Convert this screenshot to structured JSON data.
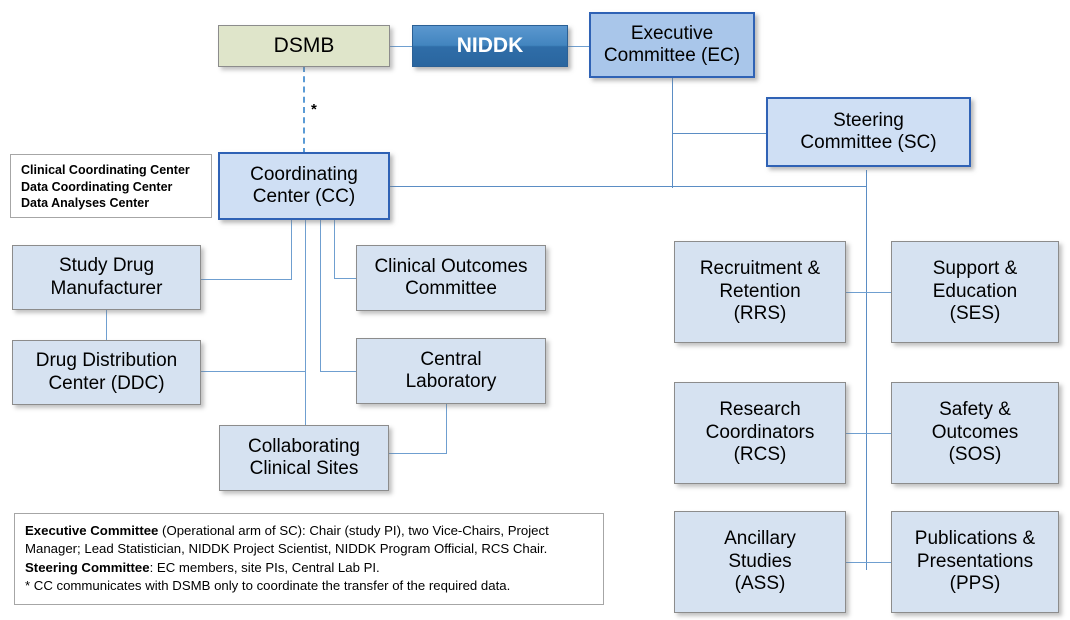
{
  "diagram": {
    "title": "Clinical trial organizational structure",
    "colors": {
      "line": "#6f9fd0",
      "dashed_line": "#5b9bd5",
      "plain_fill": "#d6e2f1",
      "plain_border": "#8c8c8c",
      "highlight_fill": "#cfdff4",
      "highlight_border": "#2f62b5",
      "ec_fill": "#a9c6ea",
      "dsmb_fill": "#dfe5ca",
      "niddk_fill": "#2f6da8",
      "niddk_text": "#ffffff",
      "note_background": "#ffffff",
      "note_border": "#a6a6a6"
    },
    "nodes": {
      "dsmb": {
        "label": "DSMB"
      },
      "niddk": {
        "label": "NIDDK"
      },
      "executive_committee": {
        "line1": "Executive",
        "line2": "Committee (EC)"
      },
      "steering_committee": {
        "line1": "Steering",
        "line2": "Committee (SC)"
      },
      "coordinating_center": {
        "line1": "Coordinating",
        "line2": "Center (CC)"
      },
      "study_drug_manufacturer": {
        "line1": "Study Drug",
        "line2": "Manufacturer"
      },
      "drug_distribution_center": {
        "line1": "Drug Distribution",
        "line2": "Center (DDC)"
      },
      "collaborating_clinical_sites": {
        "line1": "Collaborating",
        "line2": "Clinical Sites"
      },
      "clinical_outcomes_committee": {
        "line1": "Clinical Outcomes",
        "line2": "Committee"
      },
      "central_laboratory": {
        "line1": "Central",
        "line2": "Laboratory"
      },
      "recruitment_retention": {
        "line1": "Recruitment &",
        "line2": "Retention",
        "line3": "(RRS)"
      },
      "support_education": {
        "line1": "Support &",
        "line2": "Education",
        "line3": "(SES)"
      },
      "research_coordinators": {
        "line1": "Research",
        "line2": "Coordinators",
        "line3": "(RCS)"
      },
      "safety_outcomes": {
        "line1": "Safety &",
        "line2": "Outcomes",
        "line3": "(SOS)"
      },
      "ancillary_studies": {
        "line1": "Ancillary",
        "line2": "Studies",
        "line3": "(ASS)"
      },
      "publications_presentations": {
        "line1": "Publications &",
        "line2": "Presentations",
        "line3": "(PPS)"
      }
    },
    "legend": {
      "line1": "Clinical Coordinating Center",
      "line2": "Data Coordinating Center",
      "line3": "Data Analyses Center"
    },
    "footnote": {
      "ec_label": "Executive Committee",
      "ec_text": " (Operational arm of SC): Chair (study PI), two Vice-Chairs, Project Manager; Lead Statistician, NIDDK Project Scientist, NIDDK Program Official, RCS Chair.",
      "sc_label": "Steering Committee",
      "sc_text": ": EC members, site PIs, Central Lab PI.",
      "star_text": "* CC communicates with DSMB only to coordinate the transfer of the required data."
    },
    "asterisk_marker": "*"
  }
}
